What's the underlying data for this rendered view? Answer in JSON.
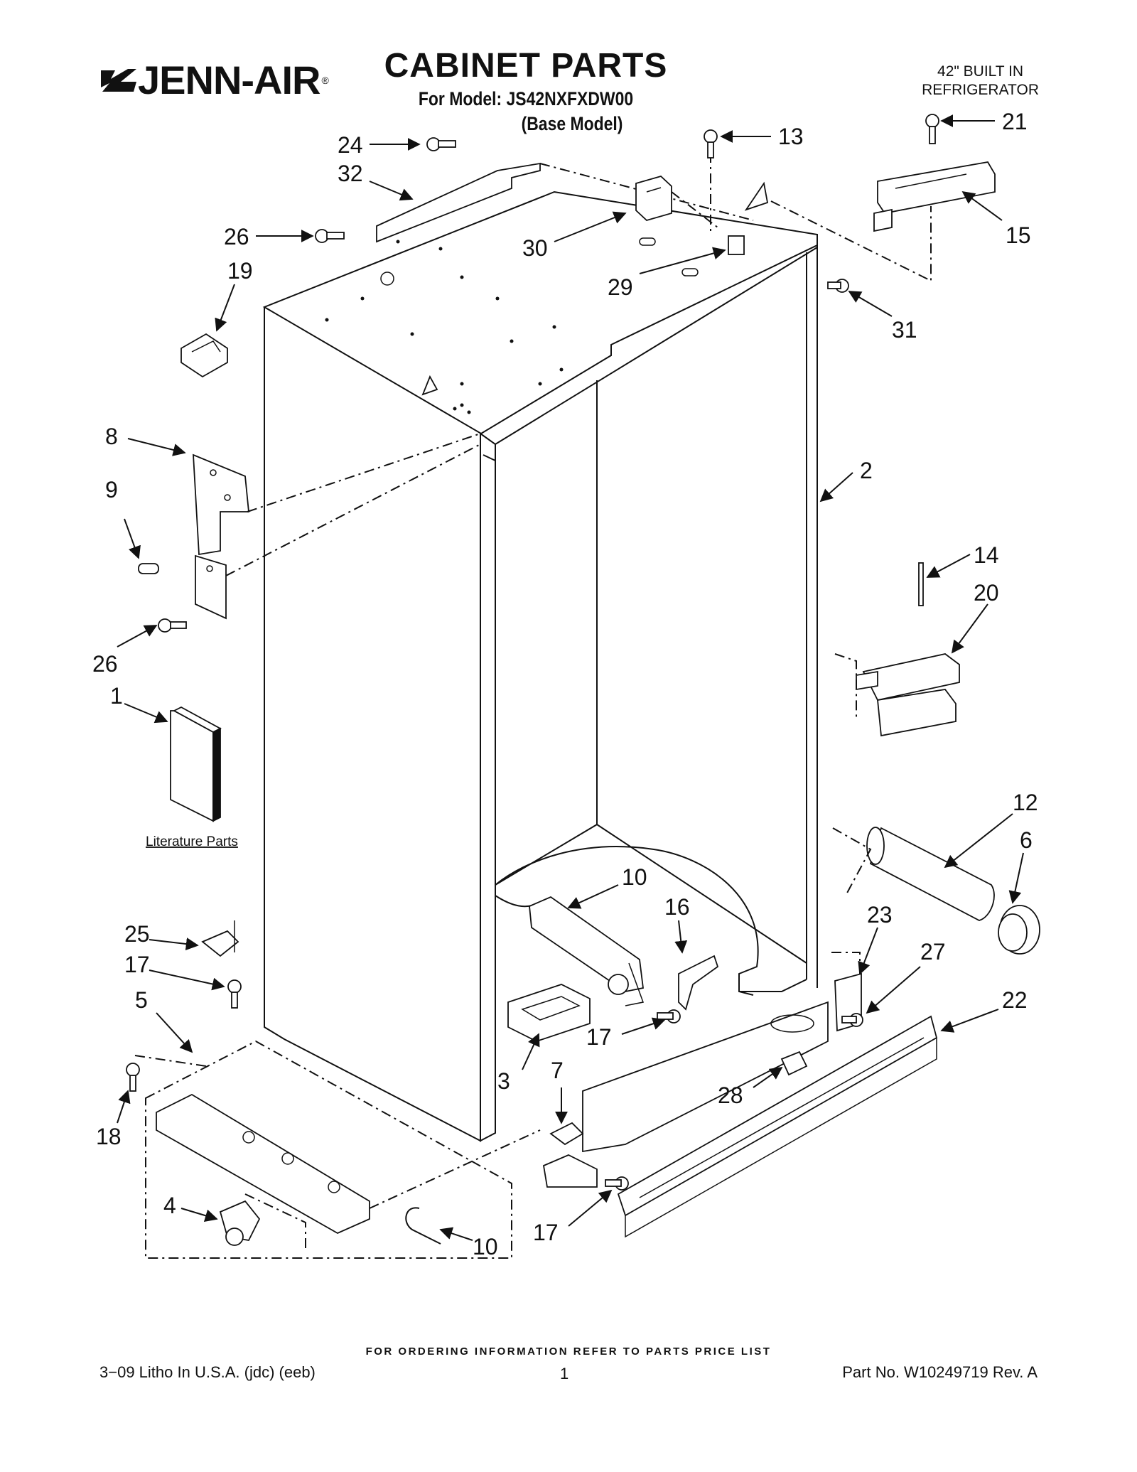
{
  "header": {
    "brand": "JENN-AIR",
    "brand_reg": "®",
    "title": "CABINET PARTS",
    "model_line": "For Model: JS42NXFXDW00",
    "model_sub": "(Base Model)",
    "product_line1": "42\" BUILT IN",
    "product_line2": "REFRIGERATOR"
  },
  "callouts": [
    "24",
    "32",
    "13",
    "21",
    "15",
    "26",
    "19",
    "30",
    "29",
    "31",
    "8",
    "9",
    "2",
    "14",
    "20",
    "26",
    "1",
    "12",
    "6",
    "10",
    "16",
    "23",
    "27",
    "25",
    "17",
    "5",
    "22",
    "17",
    "3",
    "7",
    "28",
    "18",
    "4",
    "10",
    "17"
  ],
  "literature_label": "Literature Parts",
  "footer": {
    "ordering_note": "FOR ORDERING INFORMATION REFER TO PARTS PRICE LIST",
    "left": "3−09 Litho In U.S.A. (jdc) (eeb)",
    "page": "1",
    "right": "Part No. W10249719 Rev. A"
  }
}
